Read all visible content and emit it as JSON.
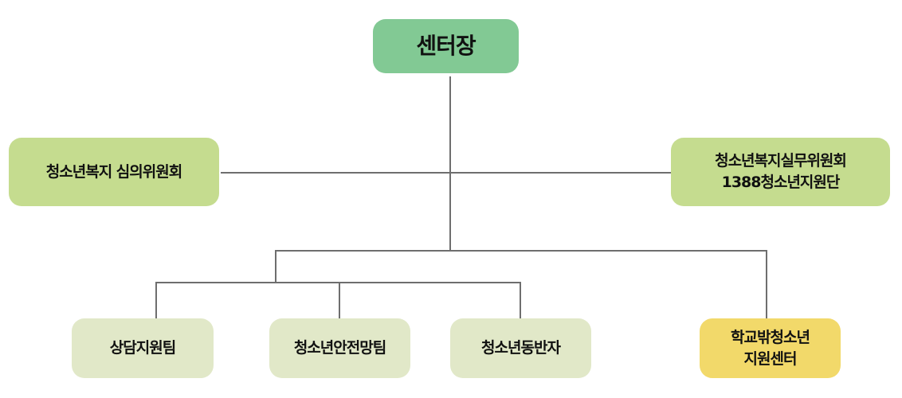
{
  "chart": {
    "root": "센터장",
    "left_committee": "청소년복지 심의위원회",
    "right_committee": [
      "청소년복지실무위원회",
      "1388청소년지원단"
    ],
    "teams": [
      "상담지원팀",
      "청소년안전망팀",
      "청소년동반자"
    ],
    "out_of_school": [
      "학교밖청소년",
      "지원센터"
    ]
  },
  "colors": {
    "root": "#82c994",
    "committee": "#c5dc8f",
    "team": "#e1e8c8",
    "highlight": "#f2d96a",
    "connector": "#6e6e6e"
  }
}
